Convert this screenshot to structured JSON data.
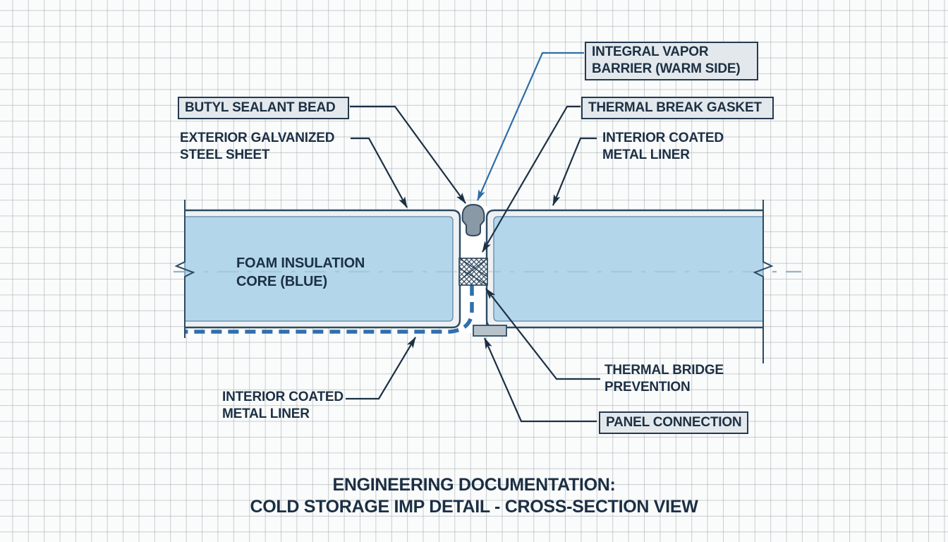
{
  "title": {
    "line1": "ENGINEERING DOCUMENTATION:",
    "line2": "COLD STORAGE IMP DETAIL - CROSS-SECTION VIEW"
  },
  "labels": {
    "vapor_barrier": {
      "boxed": true,
      "lines": [
        "INTEGRAL VAPOR",
        "BARRIER (WARM SIDE)"
      ]
    },
    "thermal_break": {
      "boxed": true,
      "lines": [
        "THERMAL BREAK GASKET"
      ]
    },
    "butyl_sealant": {
      "boxed": true,
      "lines": [
        "BUTYL SEALANT BEAD"
      ]
    },
    "exterior_steel": {
      "boxed": false,
      "lines": [
        "EXTERIOR GALVANIZED",
        "STEEL SHEET"
      ]
    },
    "interior_liner_right": {
      "boxed": false,
      "lines": [
        "INTERIOR COATED",
        "METAL LINER"
      ]
    },
    "foam_core": {
      "boxed": false,
      "lines": [
        "FOAM INSULATION",
        "CORE (BLUE)"
      ]
    },
    "interior_liner_left": {
      "boxed": false,
      "lines": [
        "INTERIOR COATED",
        "METAL LINER"
      ]
    },
    "thermal_bridge": {
      "boxed": false,
      "lines": [
        "THERMAL BRIDGE",
        "PREVENTION"
      ]
    },
    "panel_connection": {
      "boxed": true,
      "lines": [
        "PANEL CONNECTION"
      ]
    }
  },
  "colors": {
    "ink_navy": "#1c3044",
    "panel_outline": "#2b4a63",
    "foam_fill": "#a7cfe8",
    "sheet_band": "#eef1f3",
    "sealant_bead_gray": "#8a99a6",
    "connection_tab_gray": "#b7c2cb",
    "liner_dashed_blue": "#2f6fad",
    "vapor_leader_blue": "#2e6ea6",
    "centerline_blue": "#8fb0c4",
    "label_box_fill": "#e3e8ec",
    "grid_line": "#b4bac0",
    "paper": "#fafbfb"
  }
}
